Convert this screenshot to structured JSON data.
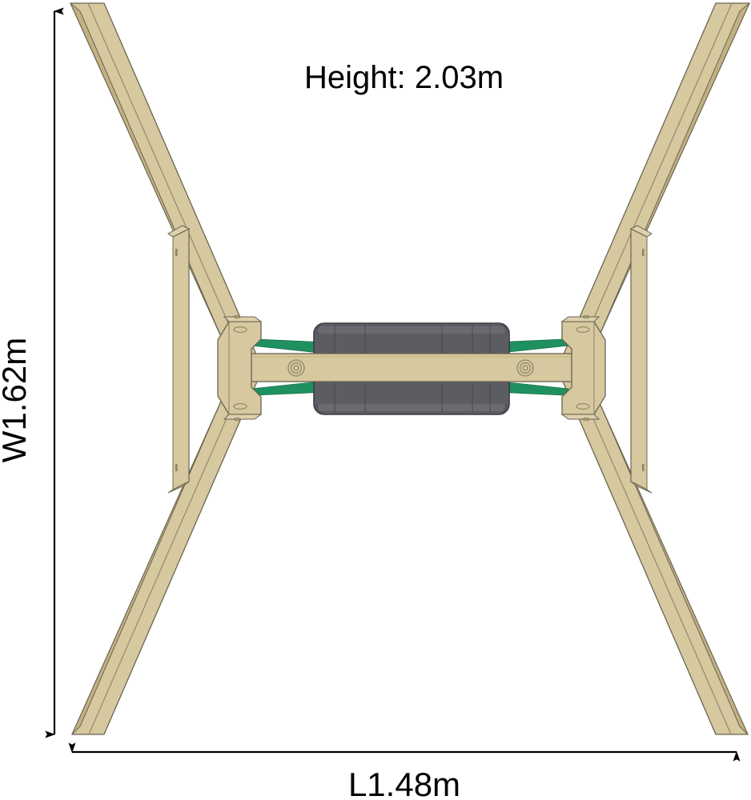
{
  "diagram": {
    "kind": "swing-set-top-view-dimension-drawing",
    "background_color": "#ffffff",
    "labels": {
      "height": "Height: 2.03m",
      "width": "W1.62m",
      "length": "L1.48m"
    },
    "colors": {
      "wood_face": "#d6c89f",
      "wood_face_light": "#ddd0ad",
      "wood_edge": "#c8b98d",
      "wood_shadow": "#c2b182",
      "outline": "#6b6450",
      "seat_dark": "#56565c",
      "seat_mid": "#5c5c63",
      "seat_light": "#6a6a71",
      "seat_outline": "#3c3c42",
      "bracket_green": "#1f9160",
      "dimension_line": "#000000"
    },
    "measurements": {
      "height_value": 2.03,
      "height_unit": "m",
      "width_value": 1.62,
      "width_unit": "m",
      "length_value": 1.48,
      "length_unit": "m"
    },
    "parts": {
      "legs": 4,
      "cross_braces": 2,
      "swing_seat": 1,
      "green_brackets": 4,
      "bolt_plates": 2
    }
  }
}
